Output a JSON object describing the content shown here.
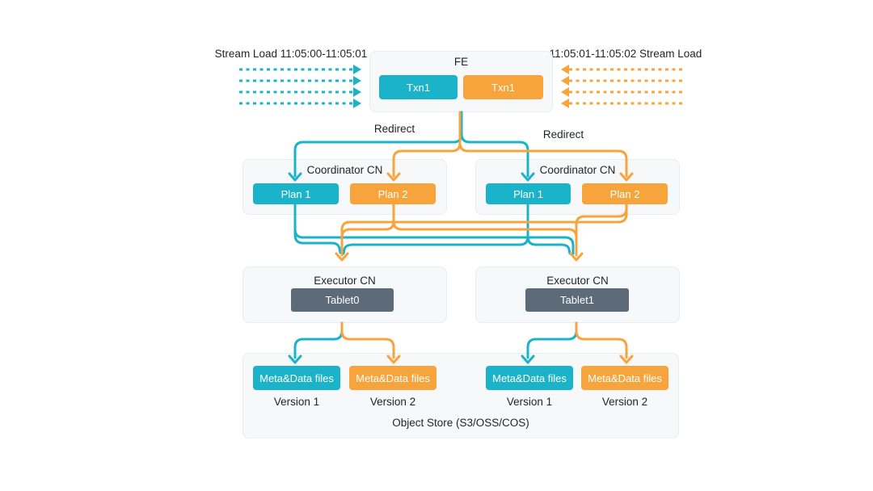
{
  "labels": {
    "stream_load_left": "Stream Load 11:05:00-11:05:01",
    "stream_load_right": "11:05:01-11:05:02 Stream Load",
    "redirect_left": "Redirect",
    "redirect_right": "Redirect"
  },
  "fe": {
    "title": "FE",
    "txn_left": "Txn1",
    "txn_right": "Txn1"
  },
  "coordinators": [
    {
      "title": "Coordinator CN",
      "plan1": "Plan 1",
      "plan2": "Plan 2"
    },
    {
      "title": "Coordinator CN",
      "plan1": "Plan 1",
      "plan2": "Plan 2"
    }
  ],
  "executors": [
    {
      "title": "Executor CN",
      "tablet": "Tablet0"
    },
    {
      "title": "Executor CN",
      "tablet": "Tablet1"
    }
  ],
  "object_store": {
    "title": "Object Store (S3/OSS/COS)",
    "files": [
      {
        "label": "Meta&Data files",
        "version": "Version 1"
      },
      {
        "label": "Meta&Data files",
        "version": "Version 2"
      },
      {
        "label": "Meta&Data files",
        "version": "Version 1"
      },
      {
        "label": "Meta&Data files",
        "version": "Version 2"
      }
    ]
  },
  "colors": {
    "teal": "#1bb3c9",
    "orange": "#f8a43d",
    "tablet_gray": "#5d6b79",
    "panel_bg": "#f7f8fa",
    "panel_border": "#eaecf0",
    "text": "#1f2329"
  }
}
